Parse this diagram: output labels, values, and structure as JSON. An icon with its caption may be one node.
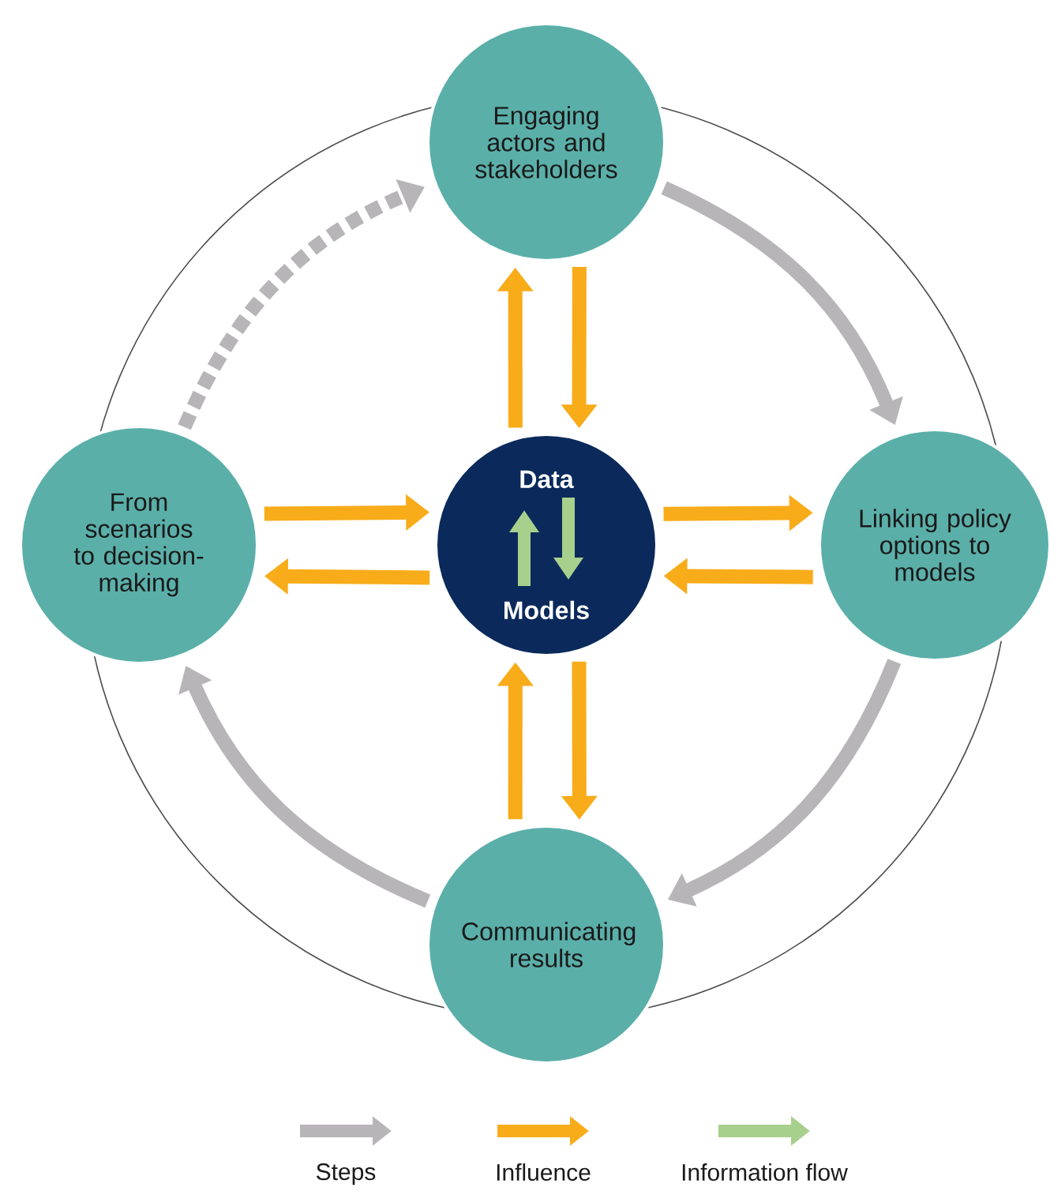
{
  "diagram": {
    "nodes": [
      {
        "text": [
          "Engaging actors and stakeholders"
        ]
      },
      {
        "text": [
          "From scenarios to decision-making"
        ]
      },
      {
        "text": [
          "Data",
          "Models"
        ]
      },
      {
        "text": [
          "Linking policy options to models"
        ]
      },
      {
        "text": [
          "Communicating results"
        ]
      }
    ],
    "edges": [
      {
        "from": 0,
        "to": 3,
        "arrow": "to",
        "color": "#b7b5b8"
      },
      {
        "from": 3,
        "to": 4,
        "arrow": "to",
        "color": "#b7b5b8"
      },
      {
        "from": 4,
        "to": 1,
        "arrow": "to",
        "color": "#b7b5b8"
      },
      {
        "from": 1,
        "to": 0,
        "arrow": "to",
        "style": "dashed",
        "color": "#b7b5b8"
      },
      {
        "from": 2,
        "to": 0,
        "arrow": "to"
      },
      {
        "from": 0,
        "to": 2,
        "arrow": "to"
      },
      {
        "from": 1,
        "to": 2,
        "arrow": "to"
      },
      {
        "from": 2,
        "to": 1,
        "arrow": "to"
      },
      {
        "from": 2,
        "to": 3,
        "arrow": "to"
      },
      {
        "from": 3,
        "to": 2,
        "arrow": "to"
      },
      {
        "from": 4,
        "to": 2,
        "arrow": "to"
      },
      {
        "from": 2,
        "to": 4,
        "arrow": "to"
      }
    ],
    "legend": [
      {
        "text": "Steps",
        "color": "#b7b5b8"
      },
      {
        "text": "Influence",
        "color": "#f8ac1a"
      },
      {
        "text": "Information flow",
        "color": "#a8d08d"
      }
    ]
  }
}
